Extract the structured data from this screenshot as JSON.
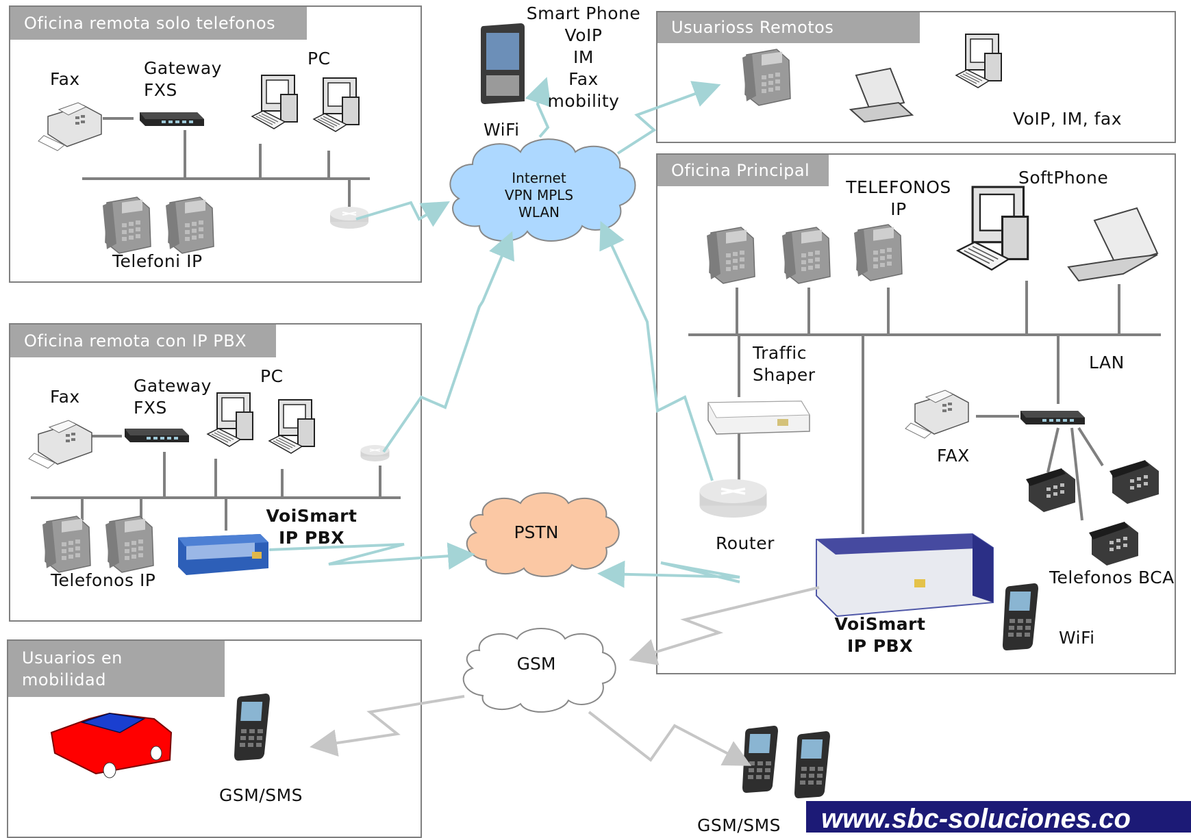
{
  "boxes": {
    "remote_phones": "Oficina remota solo telefonos",
    "remote_users": "Usuarioss Remotos",
    "main_office": "Oficina Principal",
    "remote_pbx": "Oficina remota con IP PBX",
    "mobility": "Usuarios en\nmobilidad"
  },
  "labels": {
    "fax_1": "Fax",
    "gateway_1": "Gateway\nFXS",
    "pc_1": "PC",
    "telefoni_ip": "Telefoni IP",
    "smartphone": "Smart Phone\nVoIP\nIM\nFax\nmobility",
    "wifi_top": "WiFi",
    "voip_im_fax": "VoIP, IM, fax",
    "telefonos_ip_main": "TELEFONOS\nIP",
    "softphone": "SoftPhone",
    "traffic_shaper": "Traffic\nShaper",
    "lan": "LAN",
    "fax_main": "FAX",
    "router": "Router",
    "telefonos_bca": "Telefonos BCA",
    "voismart_main": "VoiSmart\nIP PBX",
    "wifi_main": "WiFi",
    "fax_2": "Fax",
    "gateway_2": "Gateway\nFXS",
    "pc_2": "PC",
    "voismart_remote": "VoiSmart\nIP PBX",
    "telefonos_ip_remote": "Telefonos IP",
    "gsm_sms_left": "GSM/SMS",
    "gsm_sms_bottom": "GSM/SMS",
    "website": "www.sbc-soluciones.co"
  },
  "clouds": {
    "internet": "Internet\nVPN MPLS\nWLAN",
    "pstn": "PSTN",
    "gsm": "GSM"
  },
  "colors": {
    "box_border": "#7f7f7f",
    "header_bg": "#a6a6a6",
    "internet_cloud": "#add8ff",
    "pstn_cloud": "#fbc8a4",
    "gsm_cloud": "#ffffff",
    "teal_links": "#a4d4d6",
    "grey_links": "#c6c6c6",
    "website_bg": "#1c1a76"
  }
}
